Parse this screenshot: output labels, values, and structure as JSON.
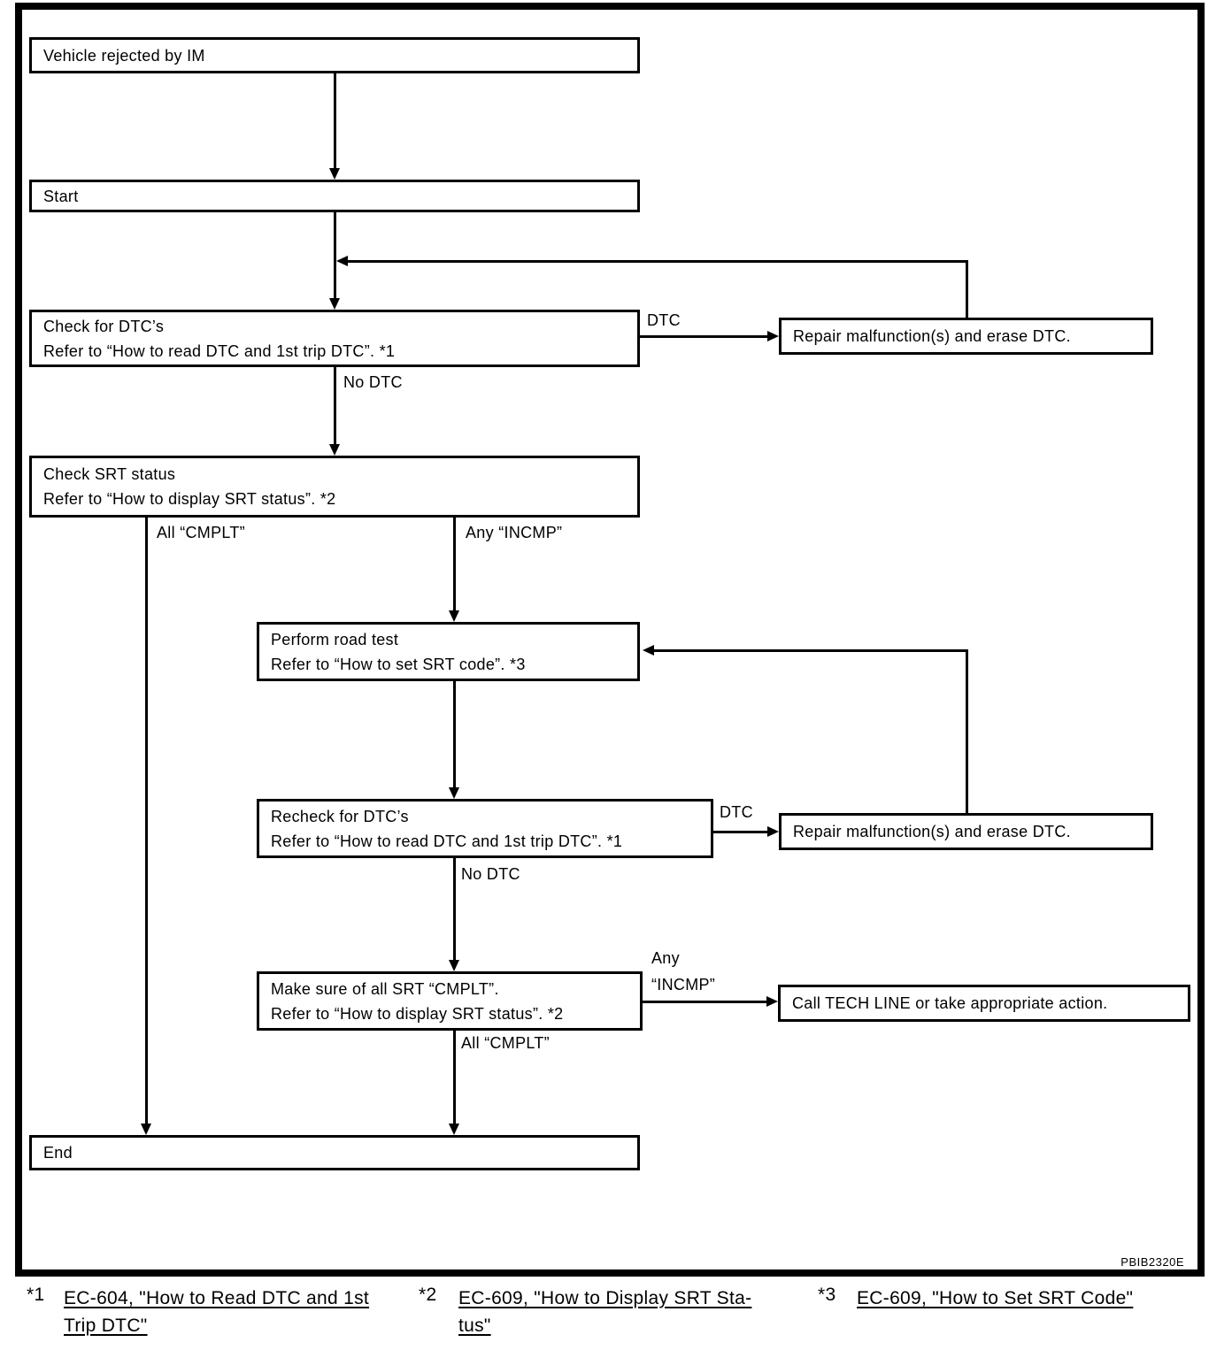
{
  "page": {
    "code_label": "PBIB2320E"
  },
  "nodes": {
    "vehicle_rejected": {
      "lines": [
        "Vehicle rejected by IM"
      ]
    },
    "start": {
      "lines": [
        "Start"
      ]
    },
    "check_dtc": {
      "lines": [
        "Check for DTC’s",
        "Refer to “How to read DTC and 1st trip DTC”. *1"
      ]
    },
    "repair_1": {
      "lines": [
        "Repair malfunction(s) and erase DTC."
      ]
    },
    "check_srt": {
      "lines": [
        "Check SRT status",
        "Refer to “How to display SRT status”. *2"
      ]
    },
    "road_test": {
      "lines": [
        "Perform road test",
        "Refer to “How to set SRT code”. *3"
      ]
    },
    "recheck_dtc": {
      "lines": [
        "Recheck for DTC’s",
        "Refer to “How to read DTC and 1st trip DTC”. *1"
      ]
    },
    "repair_2": {
      "lines": [
        "Repair malfunction(s) and erase DTC."
      ]
    },
    "make_sure_srt": {
      "lines": [
        "Make sure of all SRT “CMPLT”.",
        "Refer to “How to display SRT status”. *2"
      ]
    },
    "call_tech_line": {
      "lines": [
        "Call TECH LINE or take appropriate action."
      ]
    },
    "end": {
      "lines": [
        "End"
      ]
    }
  },
  "edge_labels": {
    "dtc_1": "DTC",
    "no_dtc_1": "No DTC",
    "all_cmplt_1": "All “CMPLT”",
    "any_incmp_1": "Any “INCMP”",
    "dtc_2": "DTC",
    "no_dtc_2": "No DTC",
    "any_incmp_2": {
      "line1": "Any",
      "line2": "“INCMP”"
    },
    "all_cmplt_2": "All “CMPLT”"
  },
  "footnotes": [
    {
      "marker": "*1",
      "lines": [
        "EC-604, \"How to Read DTC and 1st",
        "Trip DTC\""
      ]
    },
    {
      "marker": "*2",
      "lines": [
        "EC-609, \"How to Display SRT Sta-",
        "tus\""
      ]
    },
    {
      "marker": "*3",
      "lines": [
        "EC-609, \"How to Set SRT Code\""
      ]
    }
  ],
  "colors": {
    "line": "#000000",
    "background": "#ffffff"
  }
}
